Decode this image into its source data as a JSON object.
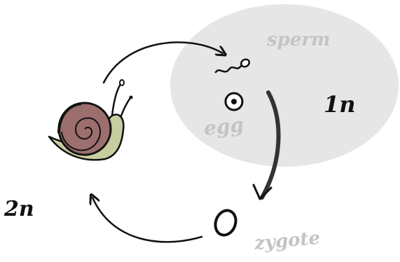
{
  "labels": {
    "haploid_region": "1n",
    "diploid": "2n",
    "sperm": "sperm",
    "egg": "egg",
    "zygote": "zygote"
  },
  "colors": {
    "haploid_region_fill": "#e6e6e6",
    "gray_text": "#c4c4c4",
    "ink": "#111111",
    "snail_shell": "#9c6e6e",
    "snail_body": "#c8cda0"
  }
}
